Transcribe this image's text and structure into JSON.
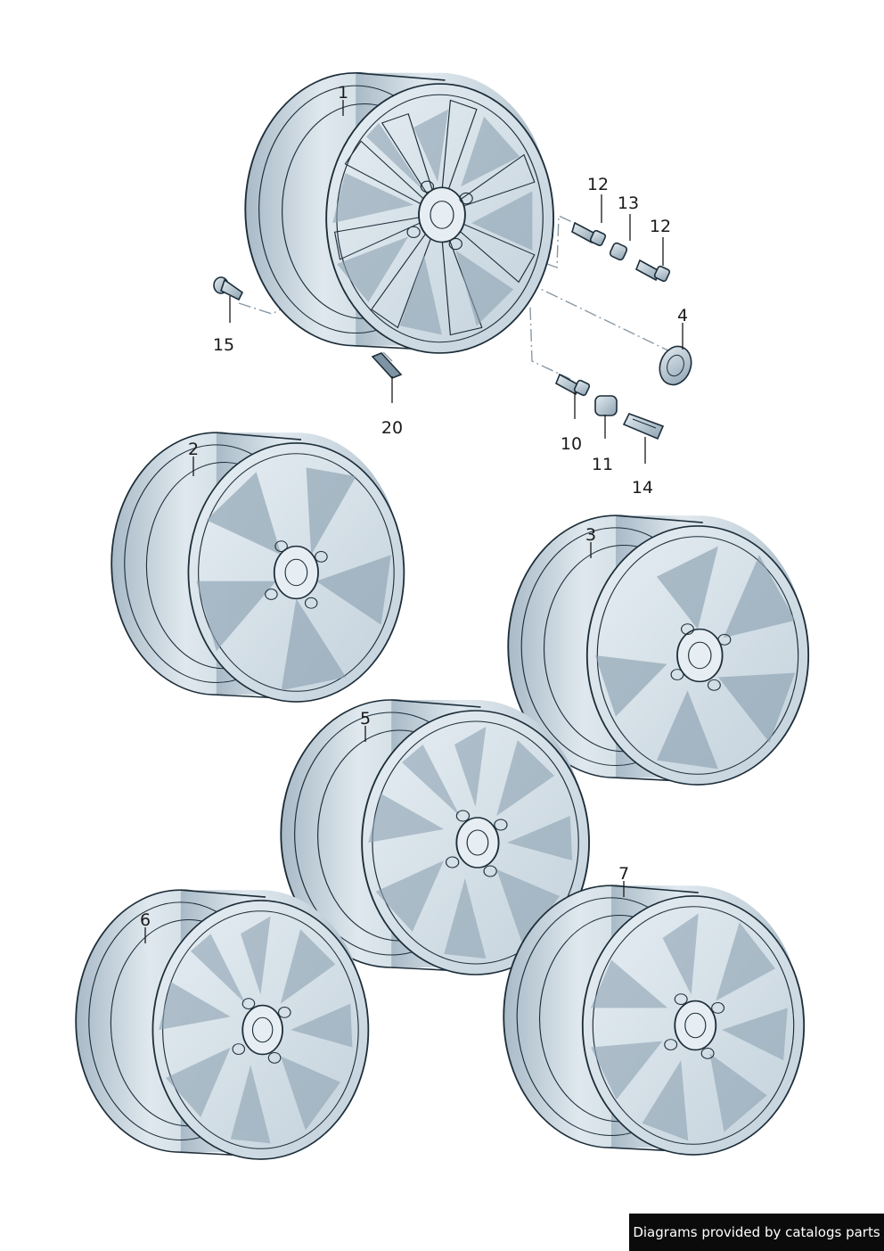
{
  "callouts": {
    "c1": "1",
    "c2": "2",
    "c3": "3",
    "c4": "4",
    "c5": "5",
    "c6": "6",
    "c7": "7",
    "c10": "10",
    "c11": "11",
    "c12a": "12",
    "c12b": "12",
    "c13": "13",
    "c14": "14",
    "c15": "15",
    "c20": "20"
  },
  "footer": {
    "credit": "Diagrams provided by catalogs parts"
  },
  "colors": {
    "rim_light": "#dfe8ee",
    "rim_mid": "#b9c8d3",
    "rim_dark": "#7e94a5",
    "outline": "#1d2e3a",
    "dash": "#8a9aa6"
  }
}
